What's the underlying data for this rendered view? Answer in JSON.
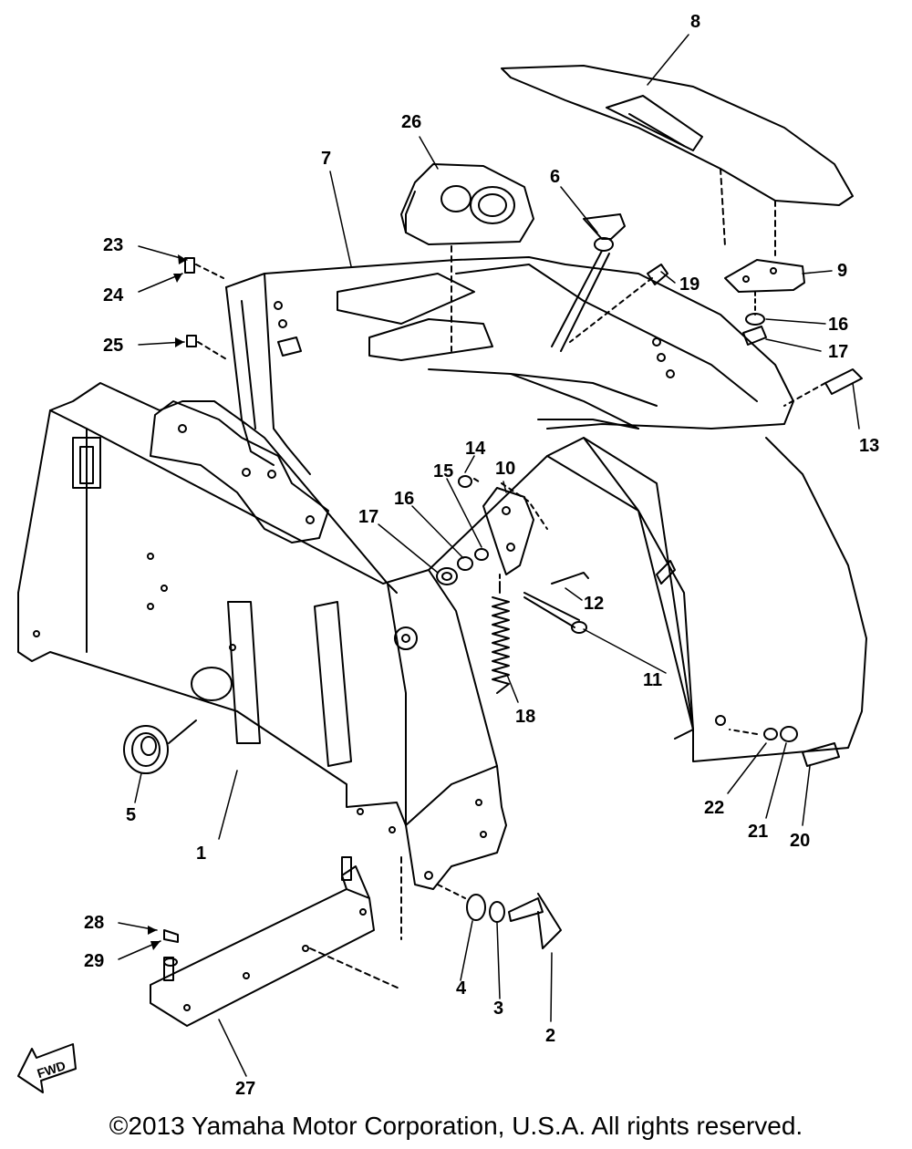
{
  "diagram": {
    "callouts": [
      {
        "id": "8",
        "text": "8"
      },
      {
        "id": "26",
        "text": "26"
      },
      {
        "id": "7",
        "text": "7"
      },
      {
        "id": "6",
        "text": "6"
      },
      {
        "id": "23",
        "text": "23"
      },
      {
        "id": "24",
        "text": "24"
      },
      {
        "id": "25",
        "text": "25"
      },
      {
        "id": "19",
        "text": "19"
      },
      {
        "id": "9",
        "text": "9"
      },
      {
        "id": "16a",
        "text": "16"
      },
      {
        "id": "17a",
        "text": "17"
      },
      {
        "id": "13",
        "text": "13"
      },
      {
        "id": "14",
        "text": "14"
      },
      {
        "id": "10",
        "text": "10"
      },
      {
        "id": "15",
        "text": "15"
      },
      {
        "id": "16b",
        "text": "16"
      },
      {
        "id": "17b",
        "text": "17"
      },
      {
        "id": "12",
        "text": "12"
      },
      {
        "id": "11",
        "text": "11"
      },
      {
        "id": "18",
        "text": "18"
      },
      {
        "id": "5",
        "text": "5"
      },
      {
        "id": "1",
        "text": "1"
      },
      {
        "id": "22",
        "text": "22"
      },
      {
        "id": "21",
        "text": "21"
      },
      {
        "id": "20",
        "text": "20"
      },
      {
        "id": "28",
        "text": "28"
      },
      {
        "id": "29",
        "text": "29"
      },
      {
        "id": "4",
        "text": "4"
      },
      {
        "id": "3",
        "text": "3"
      },
      {
        "id": "2",
        "text": "2"
      },
      {
        "id": "27",
        "text": "27"
      }
    ],
    "fwd_label": "FWD"
  },
  "copyright": "©2013 Yamaha Motor Corporation, U.S.A. All rights reserved."
}
